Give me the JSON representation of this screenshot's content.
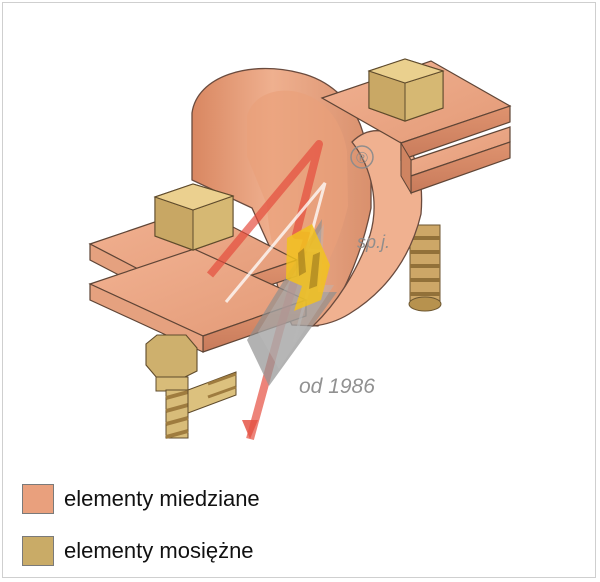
{
  "logo": {
    "company_suffix": "sp.j.",
    "established": "od 1986",
    "registered_mark": "®"
  },
  "legend": {
    "items": [
      {
        "label": "elementy miedziane",
        "color": "#e9a07d"
      },
      {
        "label": "elementy mosiężne",
        "color": "#c9ab67"
      }
    ]
  },
  "colors": {
    "copper": "#e9a07d",
    "copper_dark": "#c9795a",
    "copper_light": "#f3b896",
    "brass": "#d8bd78",
    "brass_dark": "#a9894a",
    "outline": "#5b4635",
    "watermark_red": "#e44b3c",
    "watermark_gray": "#8f8f8f",
    "watermark_yellow": "#f2c31c"
  }
}
